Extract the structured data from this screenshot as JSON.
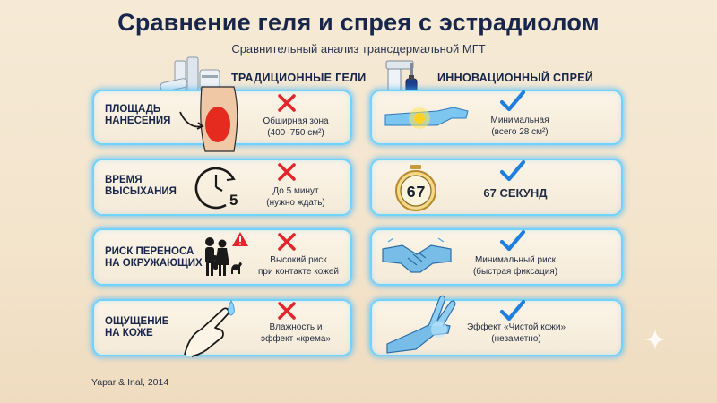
{
  "title": "Сравнение геля и спрея с эстрадиолом",
  "subtitle": "Сравнительный анализ трансдермальной МГТ",
  "columns": {
    "gels": "ТРАДИЦИОННЫЕ ГЕЛИ",
    "spray": "ИННОВАЦИОННЫЙ СПРЕЙ"
  },
  "rows": [
    {
      "label_line1": "ПЛОЩАДЬ",
      "label_line2": "НАНЕСЕНИЯ",
      "gel_line1": "Обширная зона",
      "gel_line2": "(400–750 см²)",
      "spray_line1": "Минимальная",
      "spray_line2": "(всего 28 см²)"
    },
    {
      "label_line1": "ВРЕМЯ",
      "label_line2": "ВЫСЫХАНИЯ",
      "gel_line1": "До 5 минут",
      "gel_line2": "(нужно ждать)",
      "spray_line1": "67 СЕКУНД",
      "spray_line2": ""
    },
    {
      "label_line1": "РИСК ПЕРЕНОСА",
      "label_line2": "НА ОКРУЖАЮЩИХ",
      "gel_line1": "Высокий риск",
      "gel_line2": "при контакте кожей",
      "spray_line1": "Минимальный риск",
      "spray_line2": "(быстрая фиксация)"
    },
    {
      "label_line1": "ОЩУЩЕНИЕ",
      "label_line2": "НА КОЖЕ",
      "gel_line1": "Влажность и",
      "gel_line2": "эффект «крема»",
      "spray_line1": "Эффект «Чистой кожи»",
      "spray_line2": "(незаметно)"
    }
  ],
  "timer_digits": "67",
  "clock_digit": "5",
  "citation": "Yapar & Inal, 2014",
  "colors": {
    "glow": "#6fd2ff",
    "x_mark": "#e4262c",
    "check": "#1f7fe0",
    "title": "#17264a",
    "background": "#f4e6cf"
  },
  "icons": {
    "cross": "red-x-icon",
    "check": "blue-check-icon",
    "warning": "warning-triangle-icon"
  }
}
